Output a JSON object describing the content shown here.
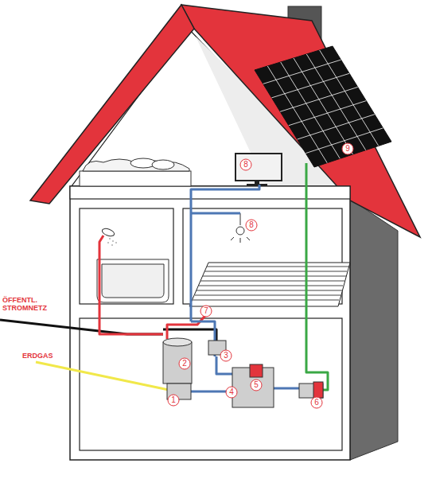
{
  "diagram": {
    "labels": [
      "ÖFFENTL. STROMNETZ",
      "ERDGAS",
      "1",
      "2",
      "3",
      "4",
      "5",
      "6",
      "7",
      "8",
      "8",
      "9"
    ]
  }
}
